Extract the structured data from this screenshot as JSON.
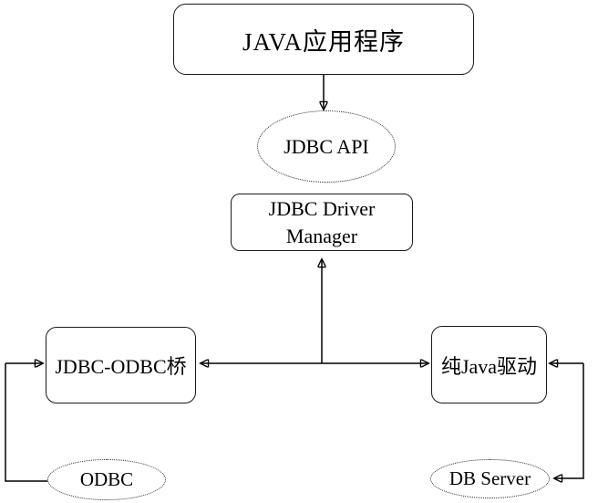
{
  "diagram": {
    "title": "JDBC architecture diagram",
    "colors": {
      "background": "#ffffff",
      "line": "#000000",
      "text": "#000000"
    },
    "nodes": {
      "java_app": {
        "label": "JAVA应用程序",
        "shape": "rounded-rect"
      },
      "jdbc_api": {
        "label": "JDBC API",
        "shape": "ellipse-dotted"
      },
      "driver_manager": {
        "line1": "JDBC Driver",
        "line2": "Manager",
        "shape": "rounded-rect"
      },
      "jdbc_odbc_bridge": {
        "label": "JDBC-ODBC桥",
        "shape": "rounded-rect"
      },
      "pure_java_driver": {
        "label": "纯Java驱动",
        "shape": "rounded-rect"
      },
      "odbc": {
        "label": "ODBC",
        "shape": "ellipse-dotted"
      },
      "db_server": {
        "label": "DB Server",
        "shape": "ellipse-dotted"
      }
    },
    "connectors": {
      "app_to_api": "JAVA应用程序 → JDBC API",
      "hub_to_driver_manager": "hub → JDBC Driver Manager (up arrow)",
      "hub_to_bridge": "hub → JDBC-ODBC桥",
      "hub_to_pure_java": "hub → 纯Java驱动",
      "left_elbow_to_bridge": "left elbow → JDBC-ODBC桥",
      "left_elbow_to_odbc": "left elbow → ODBC",
      "right_elbow_to_pure_java": "right elbow → 纯Java驱动",
      "right_elbow_to_db_server": "right elbow → DB Server"
    }
  }
}
